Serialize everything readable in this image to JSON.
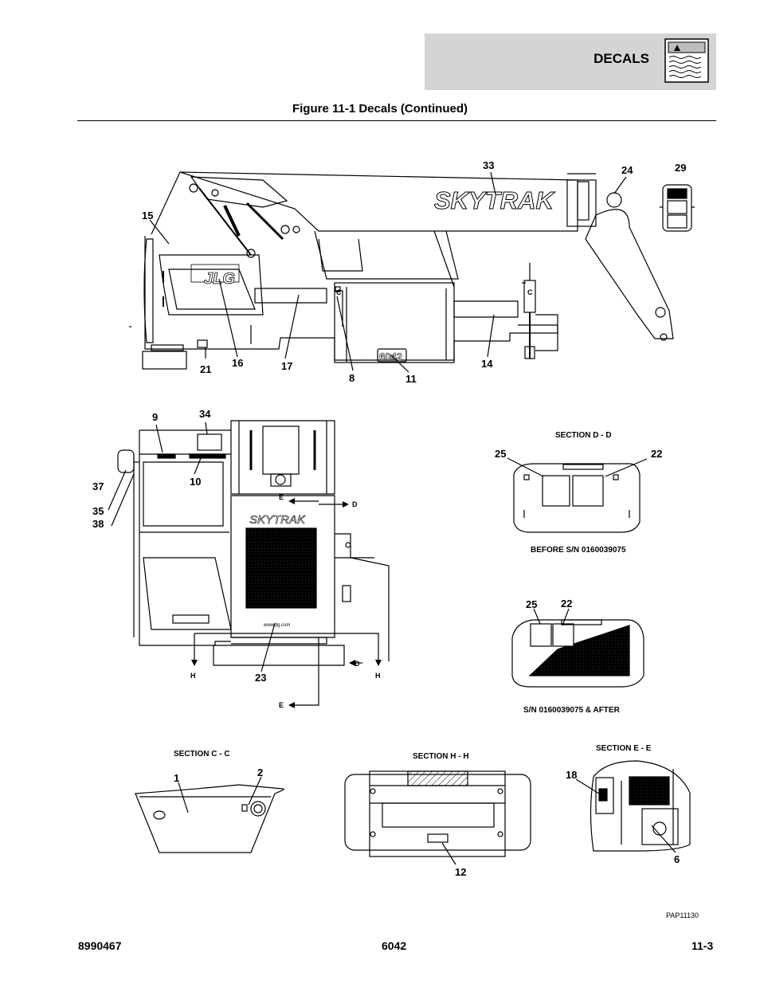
{
  "header": {
    "section": "DECALS",
    "icon": "decal-sheet-icon"
  },
  "figure": {
    "title": "Figure 11-1 Decals (Continued)"
  },
  "drawings": {
    "side_view": {
      "brand_text": "SKYTRAK",
      "logo_text": "JLG",
      "model_text": "6042",
      "callouts": [
        "33",
        "24",
        "29",
        "15",
        "21",
        "16",
        "17",
        "8",
        "11",
        "14"
      ]
    },
    "rear_view": {
      "brand_text": "SKYTRAK",
      "web_text": "www.jlg.com",
      "callouts": [
        "9",
        "34",
        "10",
        "37",
        "35",
        "38",
        "23"
      ],
      "section_arrows": [
        "E",
        "D",
        "H",
        "D",
        "H",
        "E"
      ]
    },
    "section_dd_before": {
      "label": "SECTION D - D",
      "callouts": [
        "25",
        "22"
      ],
      "caption": "BEFORE S/N 0160039075"
    },
    "section_dd_after": {
      "callouts": [
        "25",
        "22"
      ],
      "caption": "S/N 0160039075 & AFTER"
    },
    "section_cc": {
      "label": "SECTION C - C",
      "callouts": [
        "1",
        "2"
      ]
    },
    "section_hh": {
      "label": "SECTION H - H",
      "callouts": [
        "12"
      ]
    },
    "section_ee": {
      "label": "SECTION E - E",
      "callouts": [
        "18",
        "6"
      ]
    },
    "side_section_arrows": [
      "C",
      "C"
    ],
    "ref_code": "PAP11130"
  },
  "footer": {
    "left": "8990467",
    "center": "6042",
    "right": "11-3"
  }
}
